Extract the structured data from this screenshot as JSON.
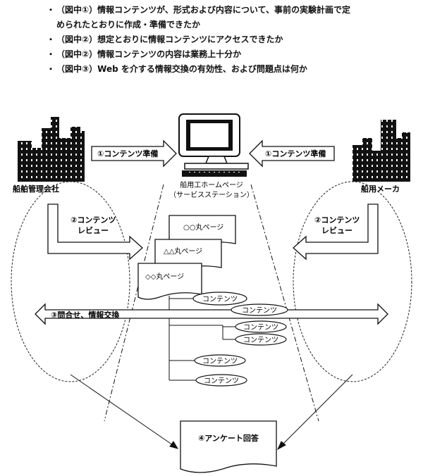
{
  "bullets": [
    {
      "marker": "・",
      "text": "（図中①）情報コンテンツが、形式および内容について、事前の実験計画で定",
      "continuation": "められたとおりに作成・準備できたか"
    },
    {
      "marker": "・",
      "text": "（図中②）想定とおりに情報コンテンツにアクセスできたか"
    },
    {
      "marker": "・",
      "text": "（図中②）情報コンテンツの内容は業務上十分か"
    },
    {
      "marker": "・",
      "text": "（図中③）Web を介する情報交換の有効性、および問題点は何か"
    }
  ],
  "diagram": {
    "left_org": "船舶管理会社",
    "right_org": "船用メーカ",
    "server_label_1": "船用工ホームページ",
    "server_label_2": "（サービスステーション）",
    "prep_left": "①コンテンツ準備",
    "prep_right": "①コンテンツ準備",
    "review_left_1": "②コンテンツ",
    "review_left_2": "レビュー",
    "review_right_1": "②コンテンツ",
    "review_right_2": "レビュー",
    "exchange": "③問合せ、情報交換",
    "pages": [
      "○○丸ページ",
      "△△丸ページ",
      "◇◇丸ページ"
    ],
    "contents_nodes": [
      "コンテンツ",
      "コンテンツ",
      "コンテンツ",
      "コンテンツ",
      "コンテンツ",
      "コンテンツ"
    ],
    "survey": "④アンケート回答"
  }
}
